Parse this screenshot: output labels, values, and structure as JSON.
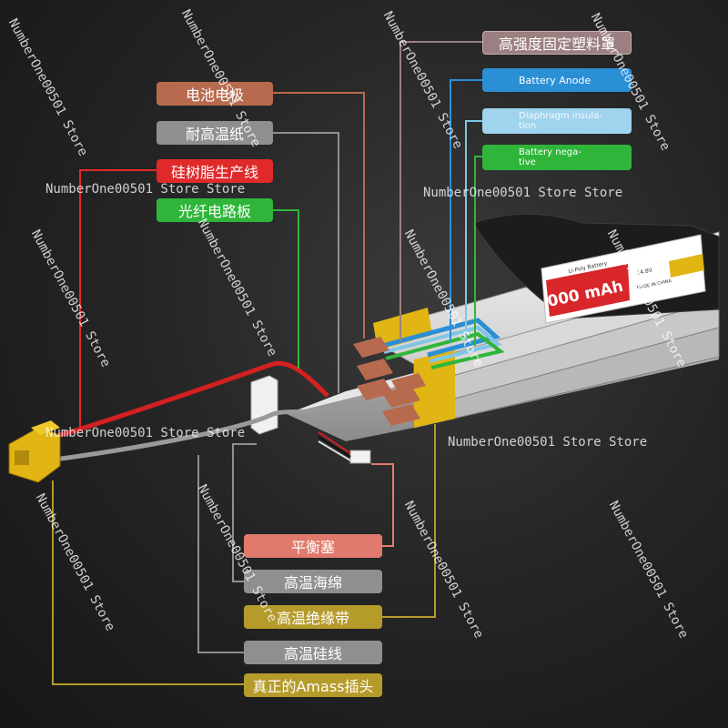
{
  "labels": {
    "plastic_cover": "高强度固定塑料罩",
    "battery_anode": "Battery Anode",
    "diaphragm": "Diaphragm insula-\ntion",
    "battery_negative": "Battery nega-\ntive",
    "electrode": "电池电极",
    "heat_paper": "耐高温纸",
    "silicone_wire": "硅树脂生产线",
    "fpc_board": "光纤电路板",
    "balance_plug": "平衡塞",
    "heat_sponge": "高温海绵",
    "insulation_tape": "高温绝缘带",
    "heat_silicone_wire": "高温硅线",
    "amass_plug": "真正的Amass插头"
  },
  "battery_label": {
    "capacity": "000 mAh",
    "brand": "Li-Poly Battery",
    "voltage": "14.8V",
    "made_in": "MADE IN CHINA"
  },
  "watermark": "NumberOne00501 Store Store",
  "watermark_short": "NumberOne00501 Store",
  "colors": {
    "brown": "#b86a4f",
    "gray": "#8f8f8f",
    "red": "#e02a2a",
    "green": "#2fb63a",
    "salmon": "#e07a6c",
    "olive": "#b59b2a",
    "blue": "#2b8fd6",
    "light_blue": "#7fc6e6",
    "mauve": "#9c7f80"
  }
}
